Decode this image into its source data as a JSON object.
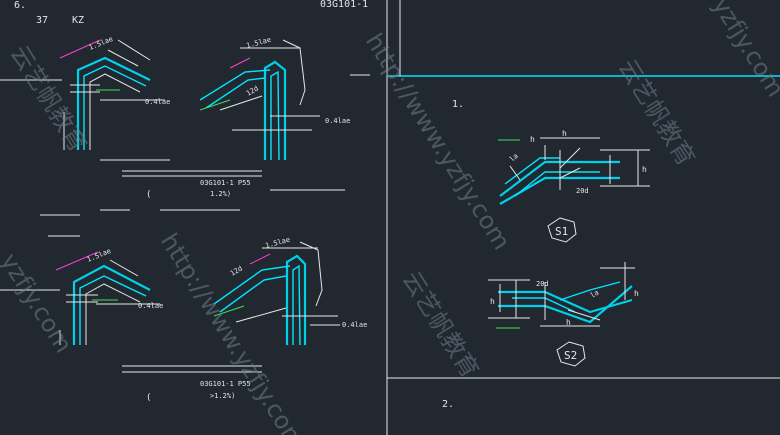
{
  "drawing": {
    "header_left_num": "6.",
    "header_label_a": "37",
    "header_label_b": "KZ",
    "header_top_code": "03G101-1",
    "left_panel": {
      "top_dim_1": "1.5lae",
      "top_dim_2": "1.5lae",
      "top_dim_3": "0.4lae",
      "top_dim_4": "0.4lae",
      "top_caption_1": "03G101-1 P55",
      "top_caption_2": "1.2%)",
      "top_paren": "(",
      "bottom_dim_1": "1.5lae",
      "bottom_dim_2": "1.5lae",
      "bottom_dim_3": "0.4lae",
      "bottom_dim_4": "0.4lae",
      "bottom_caption_1": "03G101-1 P55",
      "bottom_caption_2": ">1.2%)",
      "bottom_paren": "(",
      "small_12d": "12d"
    },
    "right_panel": {
      "item_1": "1.",
      "item_2": "2.",
      "h": "h",
      "la": "la",
      "d20": "20d",
      "s1": "S1",
      "s2": "S2"
    }
  },
  "watermarks": {
    "url_text": "http://www.yzfjy.com",
    "brand_text": "云艺帆教育",
    "short_url": "yzfjy.com"
  },
  "colors": {
    "background": "#212830",
    "cyan": "#00e5ff",
    "white": "#e6e6e6",
    "green": "#3fe05a",
    "magenta": "#ff3fd6"
  }
}
